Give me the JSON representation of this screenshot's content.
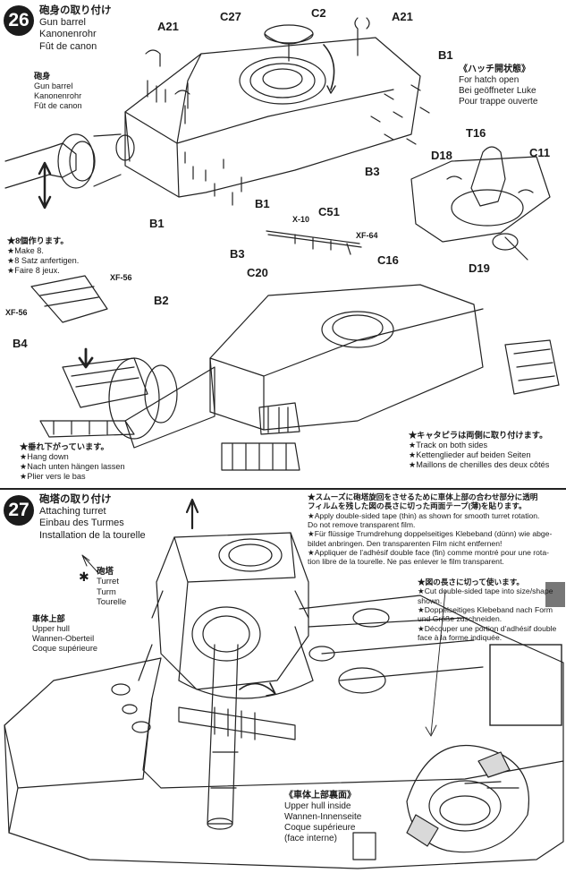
{
  "steps": [
    {
      "number": "26",
      "title_jp": "砲身の取り付け",
      "title_en": "Gun barrel",
      "title_de": "Kanonenrohr",
      "title_fr": "Fût de canon"
    },
    {
      "number": "27",
      "title_jp": "砲塔の取り付け",
      "title_en": "Attaching turret",
      "title_de": "Einbau des Turmes",
      "title_fr": "Installation de la tourelle"
    }
  ],
  "step26": {
    "barrel_label": {
      "jp": "砲身",
      "en": "Gun barrel",
      "de": "Kanonenrohr",
      "fr": "Fût de canon"
    },
    "hatch_open": {
      "jp": "《ハッチ開状態》",
      "en": "For hatch open",
      "de": "Bei geöffneter Luke",
      "fr": "Pour trappe ouverte"
    },
    "make8": {
      "jp": "★8個作ります。",
      "en": "★Make 8.",
      "de": "★8 Satz anfertigen.",
      "fr": "★Faire 8 jeux."
    },
    "hang_down": {
      "jp": "★垂れ下がっています。",
      "en": "★Hang down",
      "de": "★Nach unten hängen lassen",
      "fr": "★Plier vers le bas"
    },
    "track": {
      "jp": "★キャタピラは両側に取り付けます。",
      "en": "★Track on both sides",
      "de": "★Kettenglieder auf beiden Seiten",
      "fr": "★Maillons de chenilles des deux côtés"
    },
    "parts": {
      "c27": "C27",
      "c2": "C2",
      "a21_left": "A21",
      "a21_right": "A21",
      "b1_top": "B1",
      "b1_left": "B1",
      "b1_mid": "B1",
      "b3_a": "B3",
      "b3_b": "B3",
      "t16": "T16",
      "d18": "D18",
      "c11": "C11",
      "d19": "D19",
      "x10": "X-10",
      "c51": "C51",
      "xf64": "XF-64",
      "c20": "C20",
      "c16": "C16",
      "xf56_a": "XF-56",
      "xf56_b": "XF-56",
      "b2": "B2",
      "b4": "B4"
    }
  },
  "step27": {
    "turret": {
      "jp": "砲塔",
      "en": "Turret",
      "de": "Turm",
      "fr": "Tourelle"
    },
    "upper_hull": {
      "jp": "車体上部",
      "en": "Upper hull",
      "de": "Wannen-Oberteil",
      "fr": "Coque supérieure"
    },
    "tape_note": {
      "l1": "★スムーズに砲塔旋回をさせるために車体上部の合わせ部分に透明",
      "l2": "フィルムを残した図の長さに切った両面テープ(薄)を貼ります。",
      "l3": "★Apply double-sided tape (thin) as shown for smooth turret rotation.",
      "l4": "Do not remove transparent film.",
      "l5": "★Für flüssige Trumdrehung doppelseitiges Klebeband (dünn) wie abge-",
      "l6": "bildet anbringen. Den transparenten Film nicht entfernen!",
      "l7": "★Appliquer de l’adhésif double face (fin) comme montré pour une rota-",
      "l8": "tion libre de la tourelle. Ne pas enlever le film transparent."
    },
    "cut_note": {
      "l1": "★図の長さに切って使います。",
      "l2": "★Cut double-sided tape into size/shape",
      "l3": "shown.",
      "l4": "★Doppelseitiges Klebeband nach Form und Größe zuschneiden.",
      "l5": "★Découper une portion d’adhésif double",
      "l6": "face à la forme indiquée."
    },
    "inside": {
      "jp": "《車体上部裏面》",
      "en": "Upper hull inside",
      "de": "Wannen-Innenseite",
      "fr": "Coque supérieure",
      "fr2": "(face interne)"
    }
  }
}
